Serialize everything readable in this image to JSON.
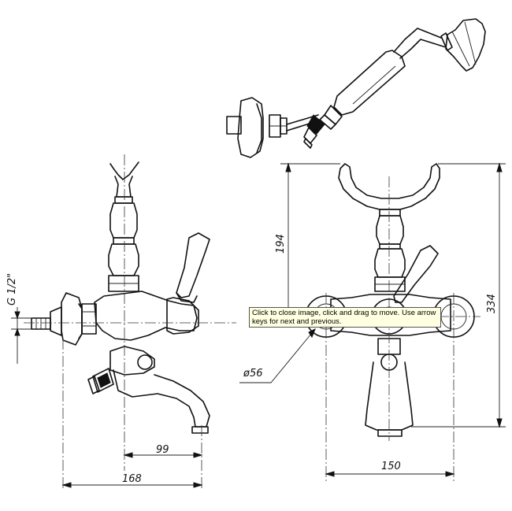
{
  "dimensions": {
    "thread": "G 1/2\"",
    "height_194": "194",
    "height_334": "334",
    "diameter_56": "ø56",
    "width_99": "99",
    "width_168": "168",
    "width_150": "150"
  },
  "tooltip": {
    "text": "Click to close image, click and drag to move. Use arrow keys for next and previous."
  }
}
